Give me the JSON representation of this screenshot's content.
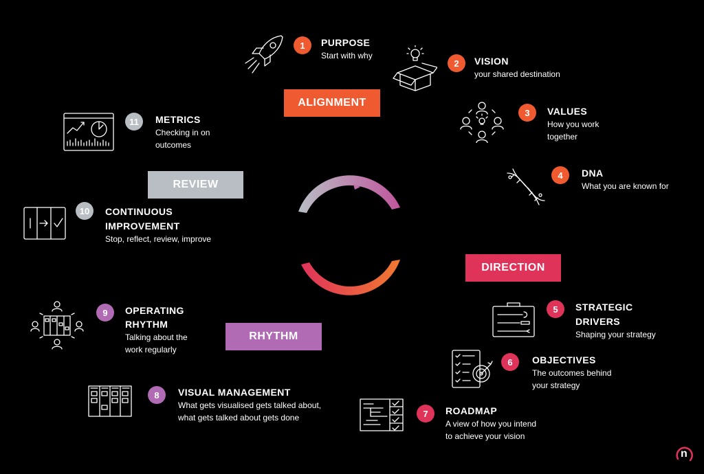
{
  "colors": {
    "background": "#000000",
    "orange": "#f05a30",
    "red": "#e0335a",
    "purple": "#b16bb4",
    "grey": "#b8bec4"
  },
  "phases": {
    "alignment": "ALIGNMENT",
    "direction": "DIRECTION",
    "rhythm": "RHYTHM",
    "review": "REVIEW"
  },
  "items": [
    {
      "num": "1",
      "title": "PURPOSE",
      "desc1": "Start with why",
      "desc2": "",
      "icon": "rocket-icon"
    },
    {
      "num": "2",
      "title": "VISION",
      "desc1": "your shared destination",
      "desc2": "",
      "icon": "box-lightbulb-icon"
    },
    {
      "num": "3",
      "title": "VALUES",
      "desc1": "How you work",
      "desc2": "together",
      "icon": "people-cycle-icon"
    },
    {
      "num": "4",
      "title": "DNA",
      "desc1": "What you are known for",
      "desc2": "",
      "icon": "dna-icon"
    },
    {
      "num": "5",
      "title": "STRATEGIC",
      "title2": "DRIVERS",
      "desc1": "Shaping your strategy",
      "desc2": "",
      "icon": "toolbox-icon"
    },
    {
      "num": "6",
      "title": "OBJECTIVES",
      "desc1": "The outcomes behind",
      "desc2": "your strategy",
      "icon": "checklist-target-icon"
    },
    {
      "num": "7",
      "title": "ROADMAP",
      "desc1": "A view of how you intend",
      "desc2": "to achieve your vision",
      "icon": "roadmap-icon"
    },
    {
      "num": "8",
      "title": "VISUAL MANAGEMENT",
      "desc1": "What gets visualised gets talked about,",
      "desc2": "what gets talked about gets done",
      "icon": "kanban-board-icon"
    },
    {
      "num": "9",
      "title": "OPERATING",
      "title2": "RHYTHM",
      "desc1": "Talking about the",
      "desc2": "work regularly",
      "icon": "team-board-icon"
    },
    {
      "num": "10",
      "title": "CONTINUOUS",
      "title2": "IMPROVEMENT",
      "desc1": "Stop, reflect, review, improve",
      "desc2": "",
      "icon": "process-arrow-icon"
    },
    {
      "num": "11",
      "title": "METRICS",
      "desc1": "Checking in on",
      "desc2": "outcomes",
      "icon": "dashboard-icon"
    }
  ],
  "logo": {
    "letter": "n",
    "icon": "logo-icon"
  }
}
